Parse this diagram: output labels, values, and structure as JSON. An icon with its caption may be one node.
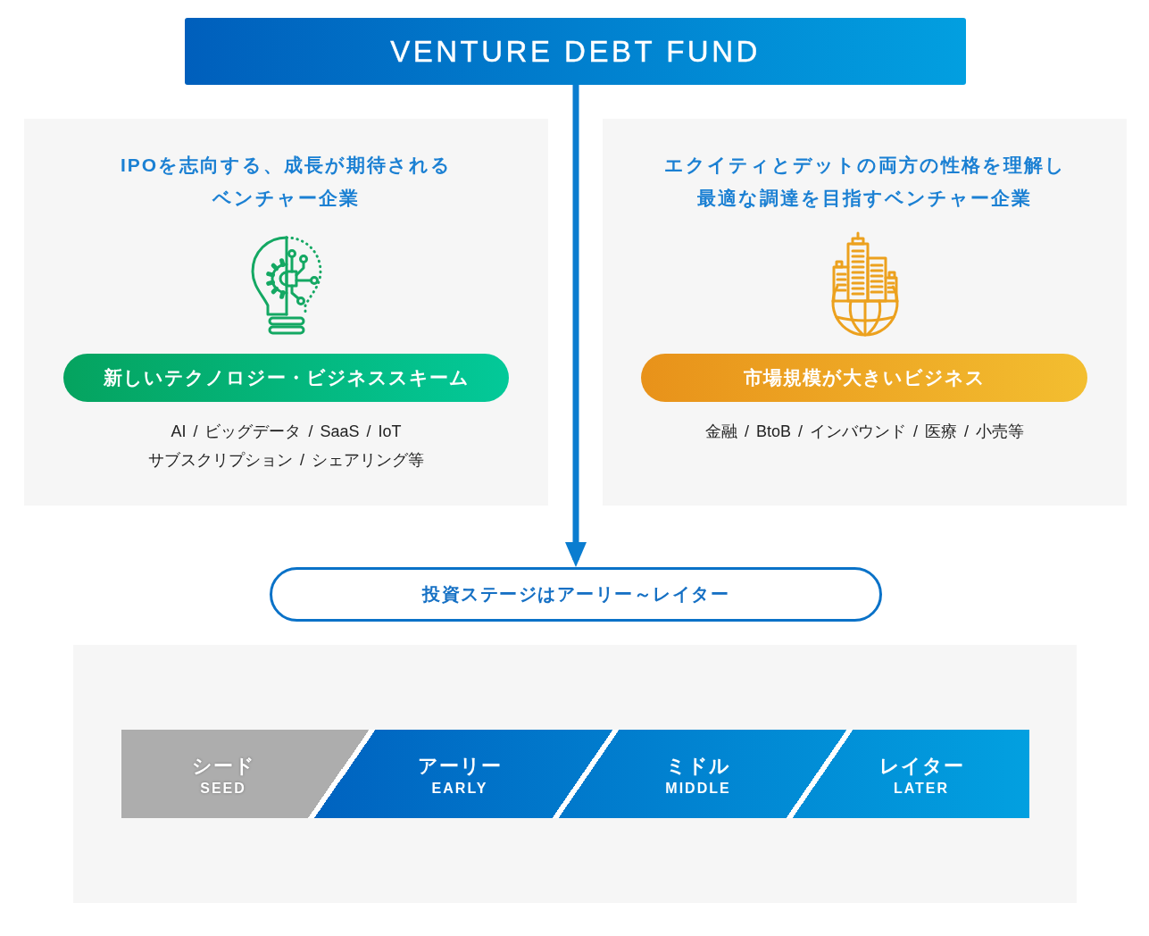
{
  "diagram": {
    "nodes": [
      {
        "text": [
          "VENTURE DEBT FUND"
        ]
      },
      {
        "text": [
          "IPOを志向する、成長が期待されるベンチャー企業",
          "AI / ビッグデータ / SaaS / IoT サブスクリプション / シェアリング等"
        ]
      },
      {
        "text": [
          "新しいテクノロジー・ビジネススキーム"
        ],
        "in": 1
      },
      {
        "text": [
          "エクイティとデットの両方の性格を理解し最適な調達を目指すベンチャー企業",
          "金融 / BtoB / インバウンド / 医療 / 小売等"
        ]
      },
      {
        "text": [
          "市場規模が大きいビジネス"
        ],
        "in": 3
      },
      {
        "text": [
          "投資ステージはアーリー～レイター"
        ]
      },
      {
        "text": [],
        "shape": "box"
      },
      {
        "text": [
          "シード",
          "SEED"
        ],
        "in": 6
      },
      {
        "text": [
          "アーリー",
          "EARLY"
        ],
        "in": 6
      },
      {
        "text": [
          "ミドル",
          "MIDDLE"
        ],
        "in": 6
      },
      {
        "text": [
          "レイター",
          "LATER"
        ],
        "in": 6
      }
    ],
    "edges": [
      {
        "from": 0,
        "to": 5,
        "arrow": "to"
      }
    ]
  }
}
